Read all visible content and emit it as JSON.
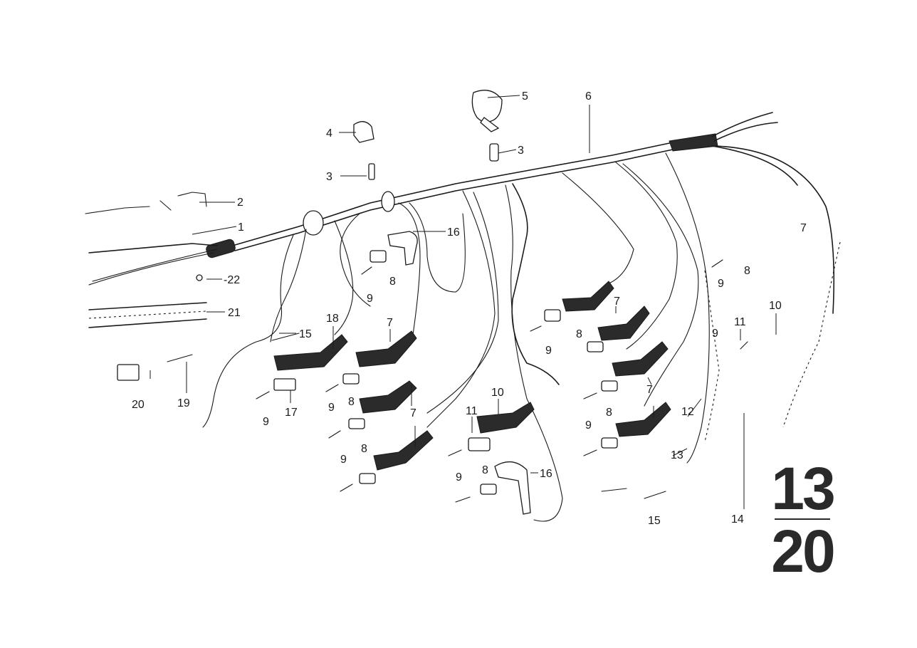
{
  "callouts": {
    "c1": "1",
    "c2": "2",
    "c3a": "3",
    "c3b": "3",
    "c4": "4",
    "c5": "5",
    "c6": "6",
    "c7a": "7",
    "c7b": "7",
    "c7c": "7",
    "c7d": "7",
    "c7e": "7",
    "c8a": "8",
    "c8b": "8",
    "c8c": "8",
    "c8d": "8",
    "c8e": "8",
    "c8f": "8",
    "c8g": "8",
    "c9a": "9",
    "c9b": "9",
    "c9c": "9",
    "c9d": "9",
    "c9e": "9",
    "c9f": "9",
    "c9g": "9",
    "c9h": "9",
    "c9i": "9",
    "c10a": "10",
    "c10b": "10",
    "c11a": "11",
    "c11b": "11",
    "c12": "12",
    "c13": "13",
    "c14": "14",
    "c15a": "15",
    "c15b": "15",
    "c16a": "16",
    "c16b": "16",
    "c17": "17",
    "c18": "18",
    "c19": "19",
    "c20": "20",
    "c21": "21",
    "c22": "-22"
  },
  "page_code": {
    "top": "13",
    "bottom": "20"
  },
  "colors": {
    "ink": "#1a1a1a",
    "paper": "#ffffff"
  }
}
